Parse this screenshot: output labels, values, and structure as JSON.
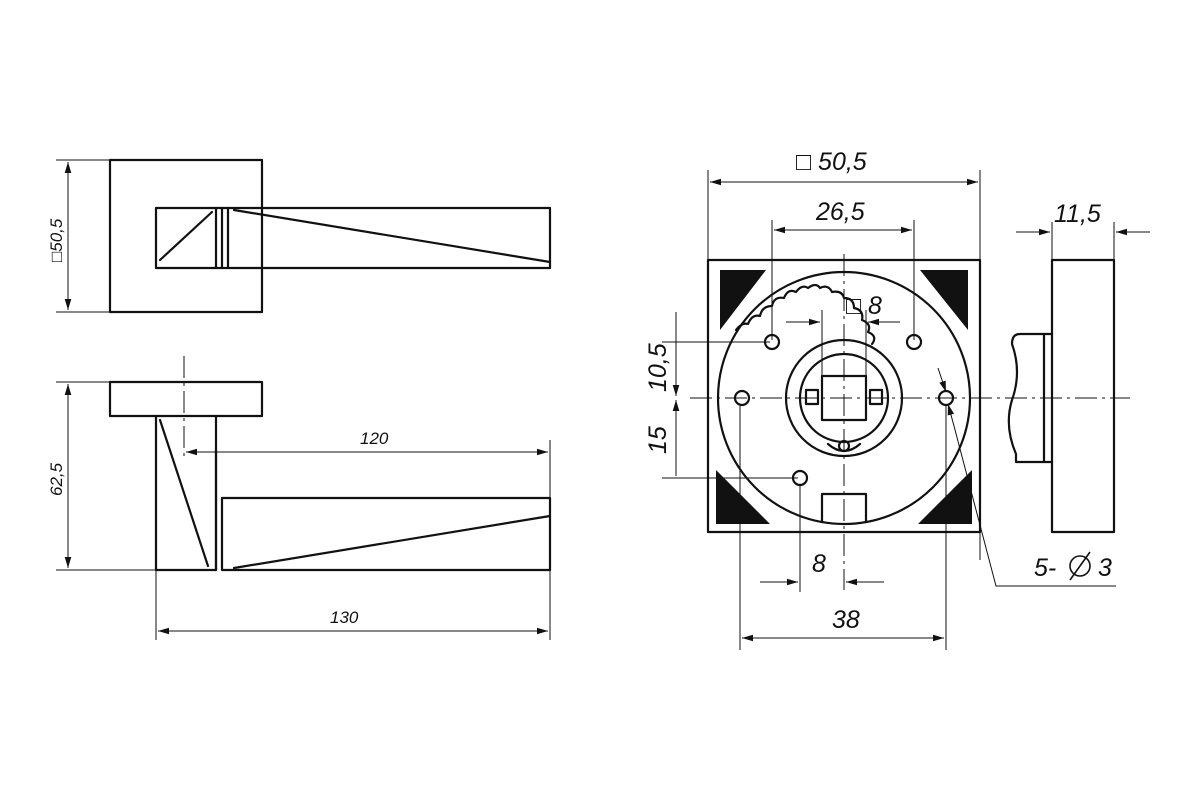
{
  "left_top_view": {
    "rosette_dimension": "□50,5"
  },
  "left_side_view": {
    "height_dimension": "62,5",
    "handle_length_dimension": "120",
    "total_length_dimension": "130"
  },
  "front_view": {
    "rosette_dimension": "□ 50,5",
    "hole_spacing_dimension": "26,5",
    "square_spindle_dimension": "□ 8",
    "vertical_upper_dimension": "10,5",
    "vertical_lower_dimension": "15",
    "slot_width_dimension": "8",
    "hole_circle_dimension": "38",
    "holes_callout": "5-",
    "holes_diameter": "3"
  },
  "side_profile": {
    "thickness_dimension": "11,5"
  }
}
